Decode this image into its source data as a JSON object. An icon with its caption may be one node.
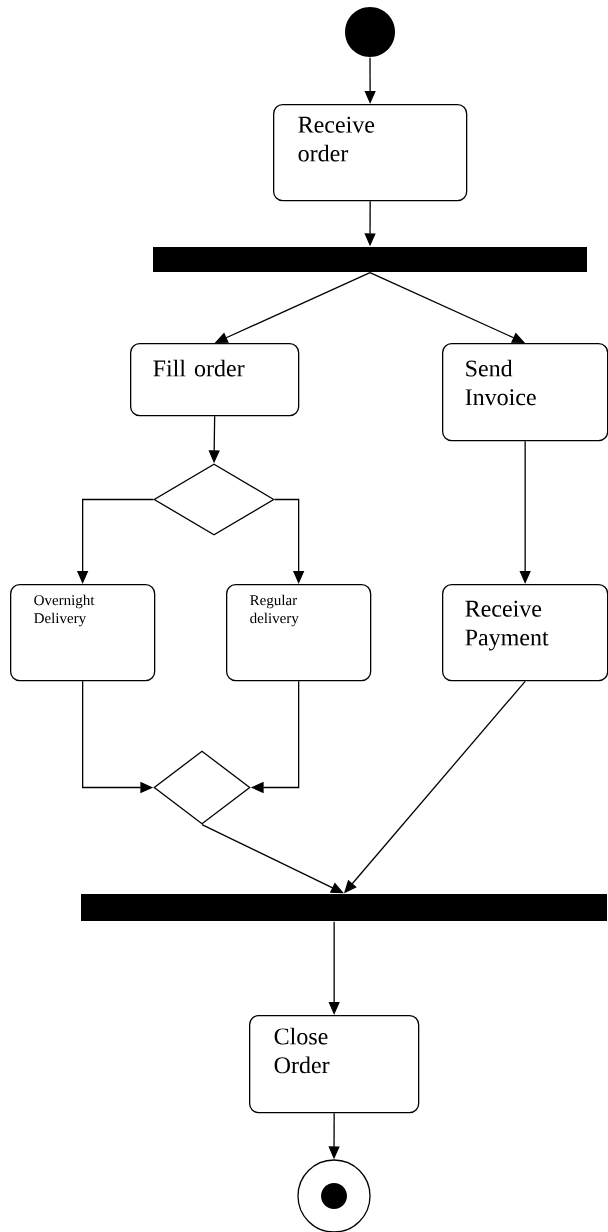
{
  "diagram": {
    "nodes": [
      {
        "text": [],
        "shape": "circle"
      },
      {
        "text": [
          "Receive order"
        ]
      },
      {
        "text": [],
        "shape": "bar"
      },
      {
        "text": [
          "Fill order"
        ]
      },
      {
        "text": [
          "Send Invoice"
        ]
      },
      {
        "text": [],
        "shape": "diamond"
      },
      {
        "text": [
          "Overnight Delivery"
        ]
      },
      {
        "text": [
          "Regular delivery"
        ]
      },
      {
        "text": [
          "Receive Payment"
        ]
      },
      {
        "text": [],
        "shape": "diamond"
      },
      {
        "text": [],
        "shape": "bar"
      },
      {
        "text": [
          "Close Order"
        ]
      },
      {
        "text": [],
        "shape": "circle"
      }
    ],
    "edges": [
      {
        "from": 0,
        "to": 1,
        "arrow": "to"
      },
      {
        "from": 1,
        "to": 2,
        "arrow": "to"
      },
      {
        "from": 2,
        "to": 3,
        "arrow": "to"
      },
      {
        "from": 2,
        "to": 4,
        "arrow": "to"
      },
      {
        "from": 3,
        "to": 5,
        "arrow": "to"
      },
      {
        "from": 5,
        "to": 6,
        "arrow": "to"
      },
      {
        "from": 5,
        "to": 7,
        "arrow": "to"
      },
      {
        "from": 4,
        "to": 8,
        "arrow": "to"
      },
      {
        "from": 6,
        "to": 9,
        "arrow": "to"
      },
      {
        "from": 7,
        "to": 9,
        "arrow": "to"
      },
      {
        "from": 9,
        "to": 10,
        "arrow": "to"
      },
      {
        "from": 8,
        "to": 10,
        "arrow": "to"
      },
      {
        "from": 10,
        "to": 11,
        "arrow": "to"
      },
      {
        "from": 11,
        "to": 12,
        "arrow": "to"
      }
    ]
  }
}
